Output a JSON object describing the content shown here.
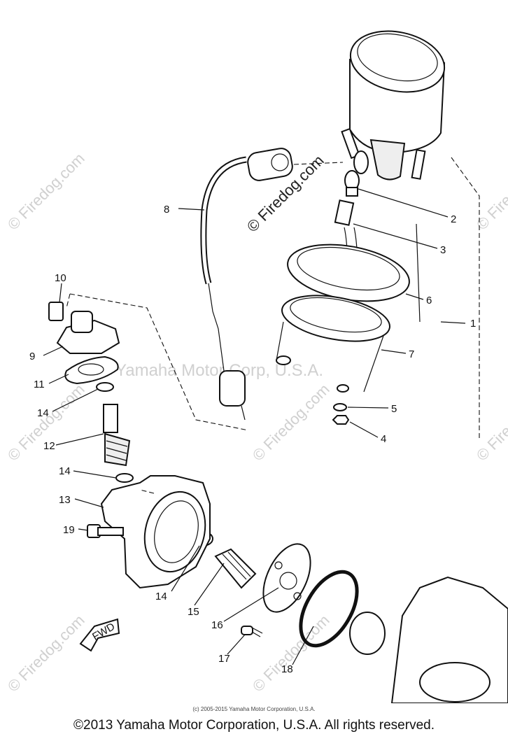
{
  "diagram": {
    "callouts": [
      "1",
      "2",
      "3",
      "4",
      "5",
      "6",
      "7",
      "8",
      "9",
      "10",
      "11",
      "12",
      "13",
      "14",
      "14",
      "14",
      "15",
      "16",
      "17",
      "18",
      "19"
    ],
    "fwd_label": "FWD",
    "watermarks": {
      "firedog": "© Firedog.com",
      "yamaha": "Yamaha Motor Corp, U.S.A."
    }
  },
  "footer": {
    "small_copyright": "(c) 2005-2015 Yamaha Motor Corporation, U.S.A.",
    "main_copyright": "©2013 Yamaha Motor Corporation, U.S.A. All rights reserved."
  }
}
